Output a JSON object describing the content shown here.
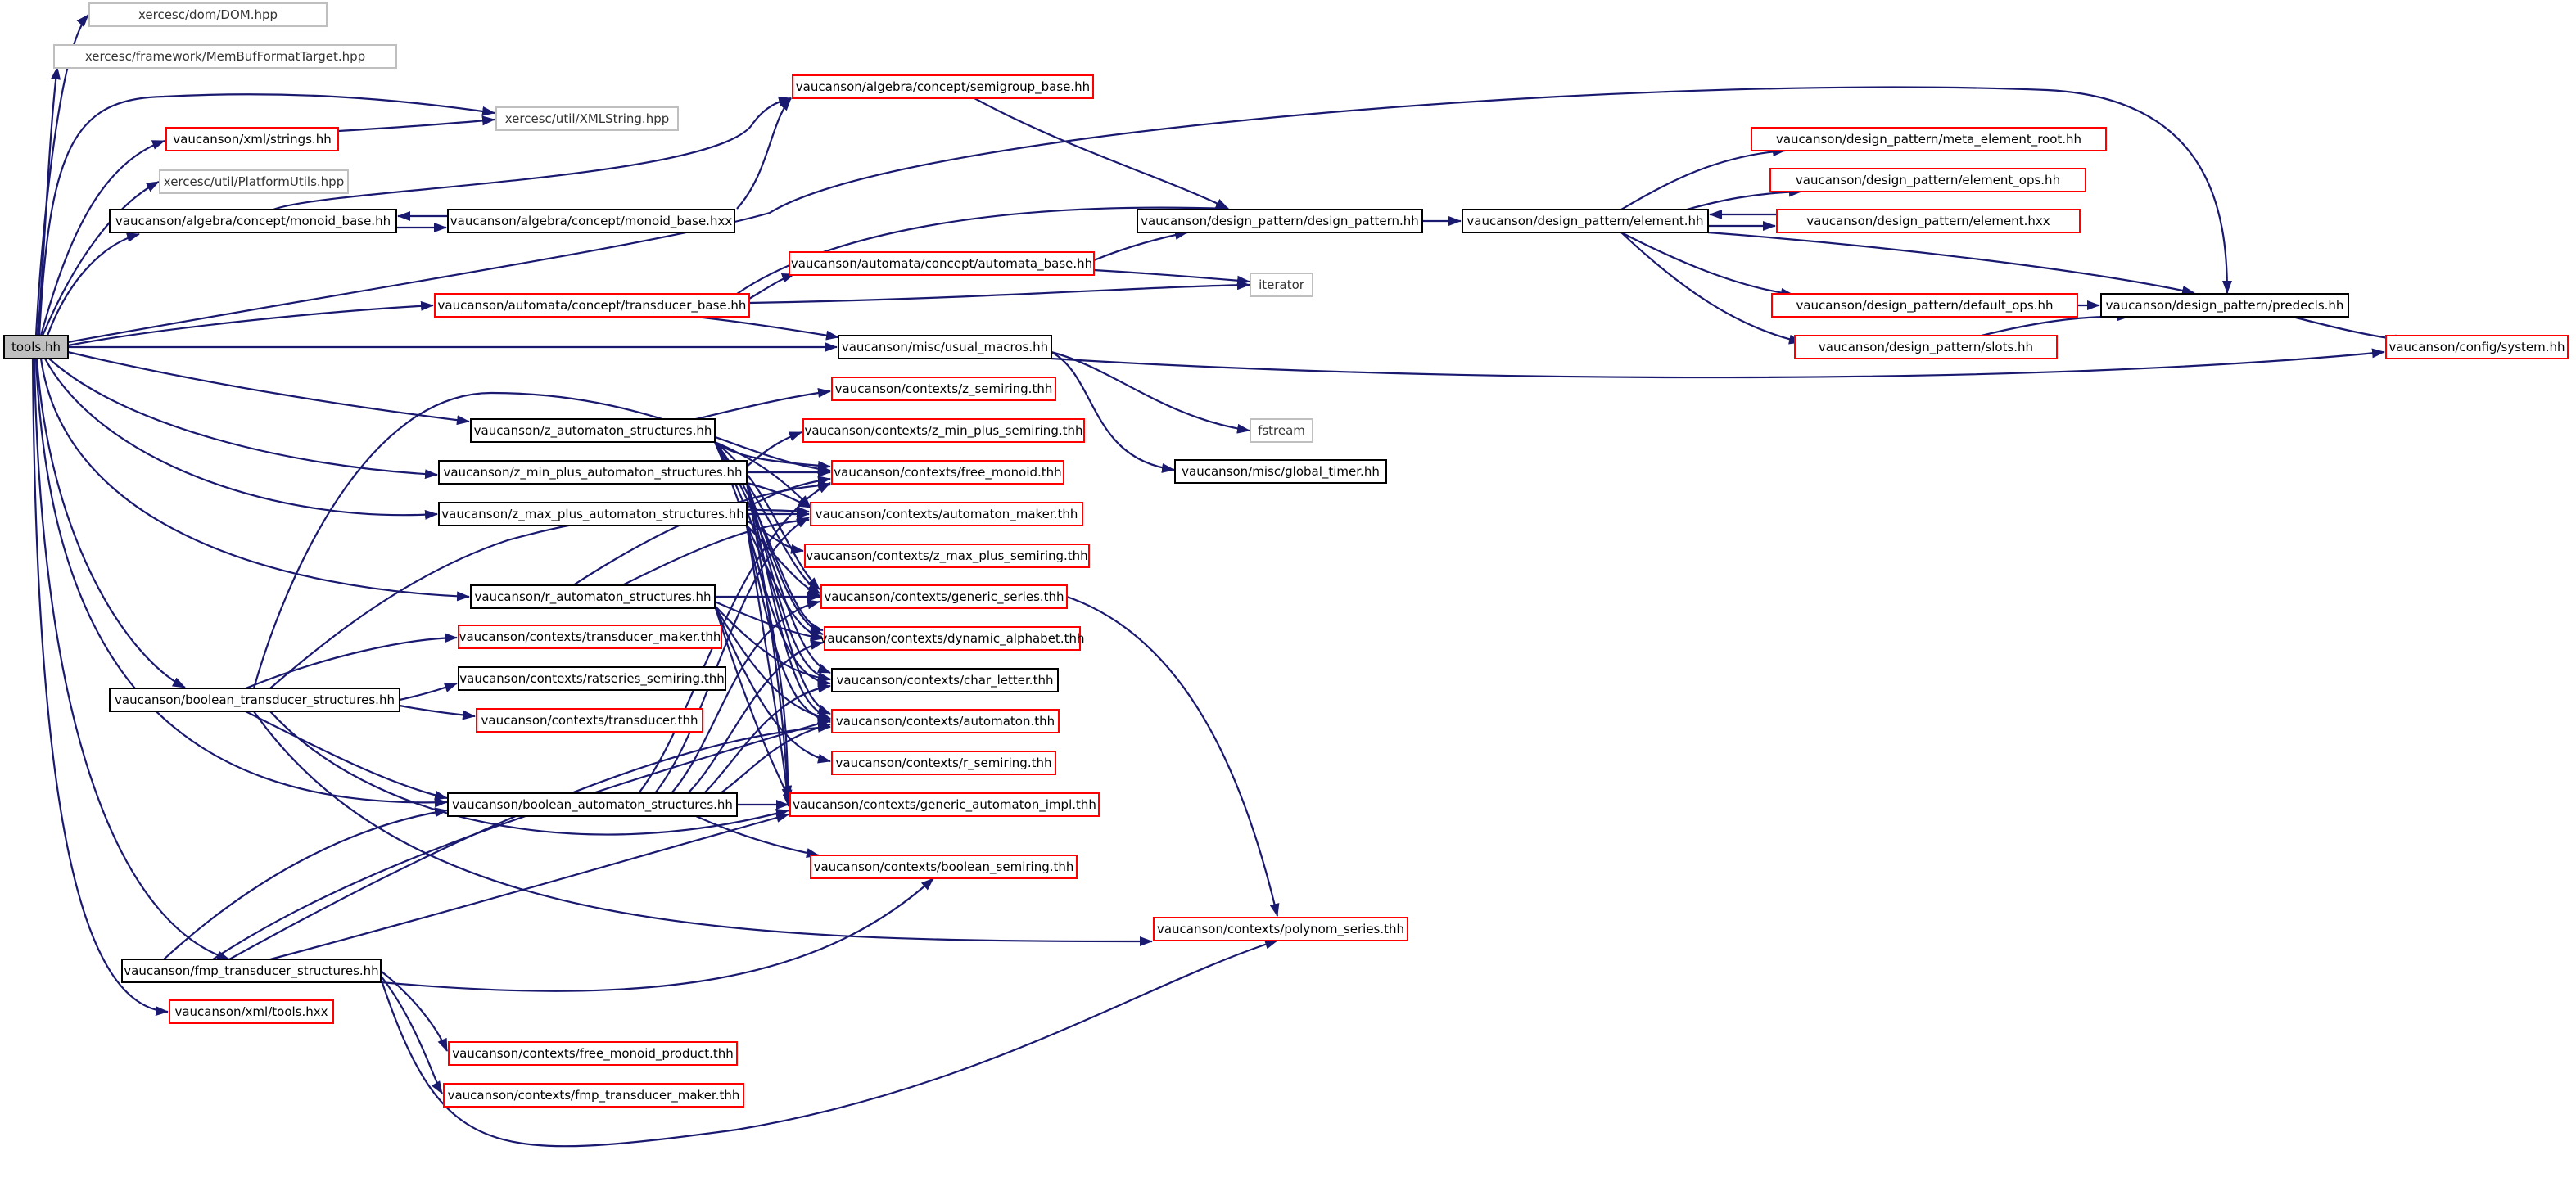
{
  "graph": {
    "root": "tools.hh",
    "colors": {
      "edge": "#191970",
      "root_fill": "#bfbfbf",
      "border_documented": "#000000",
      "border_truncated": "#ff0000",
      "border_external": "#bfbfbf"
    },
    "nodes": [
      {
        "id": "tools",
        "label": "tools.hh",
        "kind": "root"
      },
      {
        "id": "xdom",
        "label": "xercesc/dom/DOM.hpp",
        "kind": "external"
      },
      {
        "id": "xmembuf",
        "label": "xercesc/framework/MemBufFormatTarget.hpp",
        "kind": "external"
      },
      {
        "id": "xmlstr",
        "label": "xercesc/util/XMLString.hpp",
        "kind": "external"
      },
      {
        "id": "vxmlstrings",
        "label": "vaucanson/xml/strings.hh",
        "kind": "truncated"
      },
      {
        "id": "xplat",
        "label": "xercesc/util/PlatformUtils.hpp",
        "kind": "external"
      },
      {
        "id": "monoid_base",
        "label": "vaucanson/algebra/concept/monoid_base.hh",
        "kind": "documented"
      },
      {
        "id": "monoid_hxx",
        "label": "vaucanson/algebra/concept/monoid_base.hxx",
        "kind": "documented"
      },
      {
        "id": "semigroup",
        "label": "vaucanson/algebra/concept/semigroup_base.hh",
        "kind": "truncated"
      },
      {
        "id": "transducer_base",
        "label": "vaucanson/automata/concept/transducer_base.hh",
        "kind": "truncated"
      },
      {
        "id": "automata_base",
        "label": "vaucanson/automata/concept/automata_base.hh",
        "kind": "truncated"
      },
      {
        "id": "iterator",
        "label": "iterator",
        "kind": "external"
      },
      {
        "id": "design_pattern",
        "label": "vaucanson/design_pattern/design_pattern.hh",
        "kind": "documented"
      },
      {
        "id": "element",
        "label": "vaucanson/design_pattern/element.hh",
        "kind": "documented"
      },
      {
        "id": "meta_root",
        "label": "vaucanson/design_pattern/meta_element_root.hh",
        "kind": "truncated"
      },
      {
        "id": "element_ops",
        "label": "vaucanson/design_pattern/element_ops.hh",
        "kind": "truncated"
      },
      {
        "id": "element_hxx",
        "label": "vaucanson/design_pattern/element.hxx",
        "kind": "truncated"
      },
      {
        "id": "default_ops",
        "label": "vaucanson/design_pattern/default_ops.hh",
        "kind": "truncated"
      },
      {
        "id": "predecls",
        "label": "vaucanson/design_pattern/predecls.hh",
        "kind": "documented"
      },
      {
        "id": "slots",
        "label": "vaucanson/design_pattern/slots.hh",
        "kind": "truncated"
      },
      {
        "id": "system",
        "label": "vaucanson/config/system.hh",
        "kind": "truncated"
      },
      {
        "id": "usual_macros",
        "label": "vaucanson/misc/usual_macros.hh",
        "kind": "documented"
      },
      {
        "id": "fstream",
        "label": "fstream",
        "kind": "external"
      },
      {
        "id": "global_timer",
        "label": "vaucanson/misc/global_timer.hh",
        "kind": "documented"
      },
      {
        "id": "z_auto",
        "label": "vaucanson/z_automaton_structures.hh",
        "kind": "documented"
      },
      {
        "id": "zmin_auto",
        "label": "vaucanson/z_min_plus_automaton_structures.hh",
        "kind": "documented"
      },
      {
        "id": "zmax_auto",
        "label": "vaucanson/z_max_plus_automaton_structures.hh",
        "kind": "documented"
      },
      {
        "id": "r_auto",
        "label": "vaucanson/r_automaton_structures.hh",
        "kind": "documented"
      },
      {
        "id": "bool_trans",
        "label": "vaucanson/boolean_transducer_structures.hh",
        "kind": "documented"
      },
      {
        "id": "bool_auto",
        "label": "vaucanson/boolean_automaton_structures.hh",
        "kind": "documented"
      },
      {
        "id": "fmp_trans",
        "label": "vaucanson/fmp_transducer_structures.hh",
        "kind": "documented"
      },
      {
        "id": "vxmltools",
        "label": "vaucanson/xml/tools.hxx",
        "kind": "truncated"
      },
      {
        "id": "z_semiring",
        "label": "vaucanson/contexts/z_semiring.thh",
        "kind": "truncated"
      },
      {
        "id": "zmin_semiring",
        "label": "vaucanson/contexts/z_min_plus_semiring.thh",
        "kind": "truncated"
      },
      {
        "id": "free_monoid",
        "label": "vaucanson/contexts/free_monoid.thh",
        "kind": "truncated"
      },
      {
        "id": "automaton_maker",
        "label": "vaucanson/contexts/automaton_maker.thh",
        "kind": "truncated"
      },
      {
        "id": "zmax_semiring",
        "label": "vaucanson/contexts/z_max_plus_semiring.thh",
        "kind": "truncated"
      },
      {
        "id": "generic_series",
        "label": "vaucanson/contexts/generic_series.thh",
        "kind": "truncated"
      },
      {
        "id": "dyn_alpha",
        "label": "vaucanson/contexts/dynamic_alphabet.thh",
        "kind": "truncated"
      },
      {
        "id": "char_letter",
        "label": "vaucanson/contexts/char_letter.thh",
        "kind": "documented"
      },
      {
        "id": "automaton_thh",
        "label": "vaucanson/contexts/automaton.thh",
        "kind": "truncated"
      },
      {
        "id": "r_semiring",
        "label": "vaucanson/contexts/r_semiring.thh",
        "kind": "truncated"
      },
      {
        "id": "gen_auto_impl",
        "label": "vaucanson/contexts/generic_automaton_impl.thh",
        "kind": "truncated"
      },
      {
        "id": "bool_semiring",
        "label": "vaucanson/contexts/boolean_semiring.thh",
        "kind": "truncated"
      },
      {
        "id": "polynom",
        "label": "vaucanson/contexts/polynom_series.thh",
        "kind": "truncated"
      },
      {
        "id": "trans_maker",
        "label": "vaucanson/contexts/transducer_maker.thh",
        "kind": "truncated"
      },
      {
        "id": "ratseries",
        "label": "vaucanson/contexts/ratseries_semiring.thh",
        "kind": "documented"
      },
      {
        "id": "transducer_thh",
        "label": "vaucanson/contexts/transducer.thh",
        "kind": "truncated"
      },
      {
        "id": "fm_product",
        "label": "vaucanson/contexts/free_monoid_product.thh",
        "kind": "truncated"
      },
      {
        "id": "fmp_maker",
        "label": "vaucanson/contexts/fmp_transducer_maker.thh",
        "kind": "truncated"
      }
    ]
  }
}
